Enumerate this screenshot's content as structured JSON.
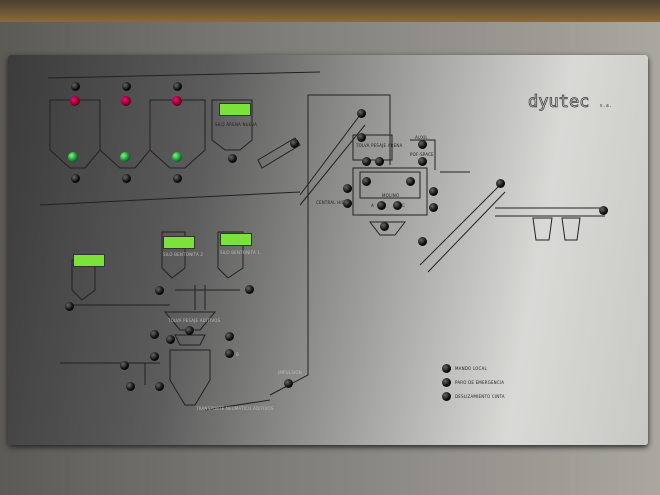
{
  "logo": {
    "name": "dyutec",
    "suffix": "s.a."
  },
  "labels": {
    "silo_arena": "SILO ARENA NUEVA",
    "tolva_arena": "TOLVA PESAJE ARENA",
    "molino": "MOLINO",
    "central": "CENTRAL HID.",
    "auxil": "AUXIL",
    "pofspace": "POF-SPACE",
    "silo_bent2": "SILO BENTONITA 2",
    "silo_bent1": "SILO BENTONITA 1",
    "tolva_aditivos": "TOLVA PESAJE ADITIVOS",
    "transporte": "TRANSPORTE NEUMATICO ADITIVOS",
    "impulsion": "IMPULSION",
    "a": "A",
    "c": "C",
    "b": "B"
  },
  "legend": [
    {
      "label": "MANDO LOCAL"
    },
    {
      "label": "PARO DE EMERGENCIA"
    },
    {
      "label": "DESLIZAMIENTO CINTA"
    }
  ]
}
